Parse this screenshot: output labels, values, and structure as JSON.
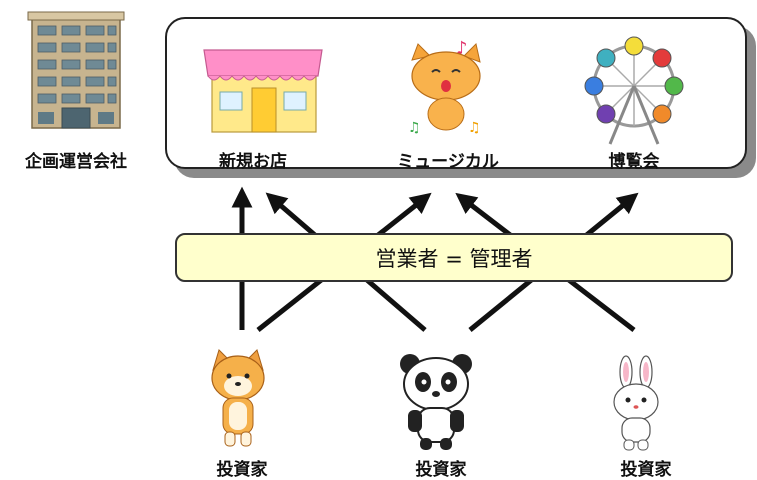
{
  "company": {
    "label": "企画運営会社",
    "icon": "office-building-icon"
  },
  "businesses": [
    {
      "label": "新規お店",
      "icon": "shop-icon"
    },
    {
      "label": "ミュージカル",
      "icon": "singing-cat-icon"
    },
    {
      "label": "博覧会",
      "icon": "ferris-wheel-icon"
    }
  ],
  "manager": {
    "label": "営業者 = 管理者"
  },
  "investors": [
    {
      "label": "投資家",
      "icon": "shiba-dog-icon"
    },
    {
      "label": "投資家",
      "icon": "panda-icon"
    },
    {
      "label": "投資家",
      "icon": "rabbit-icon"
    }
  ],
  "colors": {
    "banner_fill": "#ffffcc",
    "panel_shadow": "#8a8a8a",
    "arrow": "#111111"
  }
}
